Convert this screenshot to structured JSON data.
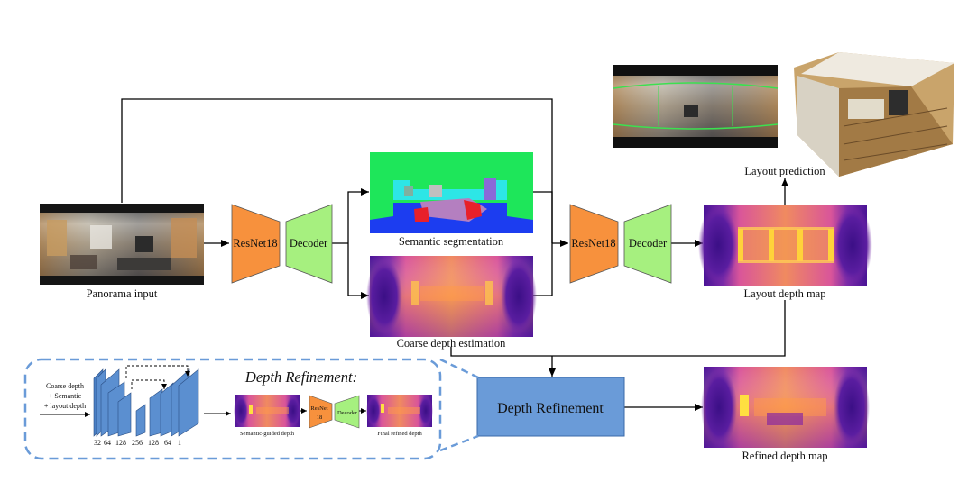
{
  "labels": {
    "panorama": "Panorama input",
    "semantic": "Semantic segmentation",
    "coarse": "Coarse depth estimation",
    "layout_pred": "Layout prediction",
    "layout_depth": "Layout depth map",
    "refined": "Refined depth map",
    "refinement_box": "Depth Refinement"
  },
  "networks": {
    "encoder": "ResNet18",
    "decoder": "Decoder"
  },
  "inset": {
    "title": "Depth Refinement:",
    "input_lines": [
      "Coarse depth",
      "+ Semantic",
      "+ layout depth"
    ],
    "channels": [
      "32",
      "64",
      "128",
      "256",
      "128",
      "64",
      "1"
    ],
    "guided": "Semantic-guided depth",
    "encoder_lines": [
      "ResNet",
      "18"
    ],
    "decoder": "Decoder",
    "final": "Final refined depth"
  },
  "colors": {
    "encoder": "#f7913d",
    "decoder": "#a6f07f",
    "refine_box": "#6a9bd8",
    "unet_block": "#5b8fd0",
    "dashed_border": "#6a9bd8",
    "seg_green": "#1ee65a",
    "seg_blue": "#1c3df0",
    "seg_cyan": "#2de6e6",
    "depth_dark": "#3a0c8c",
    "depth_mid": "#d24690",
    "depth_bright": "#ffd23a"
  }
}
